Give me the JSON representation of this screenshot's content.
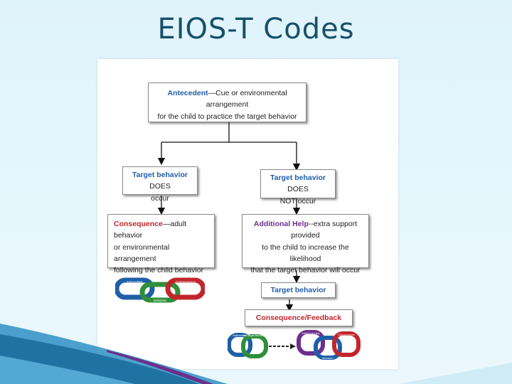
{
  "title": "EIOS-T Codes",
  "diagram": {
    "antecedent": {
      "keyword": "Antecedent",
      "text_line1": "—Cue or environmental arrangement",
      "text_line2": "for the child to practice the target behavior"
    },
    "target_does": {
      "keyword": "Target behavior",
      "text_line1": " DOES",
      "text_line2": "occur"
    },
    "target_does_not": {
      "keyword": "Target behavior",
      "text_line1": " DOES",
      "text_line2": "NOT occur"
    },
    "consequence": {
      "keyword": "Consequence",
      "text_line1": "—adult behavior",
      "text_line2": "or environmental arrangement",
      "text_line3": "following the child behavior"
    },
    "additional_help": {
      "keyword": "Additional Help",
      "text_line1": "--extra support provided",
      "text_line2": "to the child to increase the likelihood",
      "text_line3": "that the target behavior will  occur"
    },
    "target_behavior": {
      "keyword": "Target behavior"
    },
    "consequence_feedback": {
      "keyword": "Consequence/Feedback"
    },
    "chain_left": {
      "link1": "Antecedent",
      "link2": "Behavior",
      "link3": "Consequence"
    },
    "chain_right": {
      "link1": "Antecedent",
      "link2": "No target Behavior",
      "link3": "Additional Help",
      "link4": "Behavior",
      "link5": "Consequence"
    }
  },
  "colors": {
    "title": "#17506a",
    "blue": "#1f5fa8",
    "red": "#c0272d",
    "purple": "#6b2f8c",
    "green": "#2f8f3a"
  }
}
